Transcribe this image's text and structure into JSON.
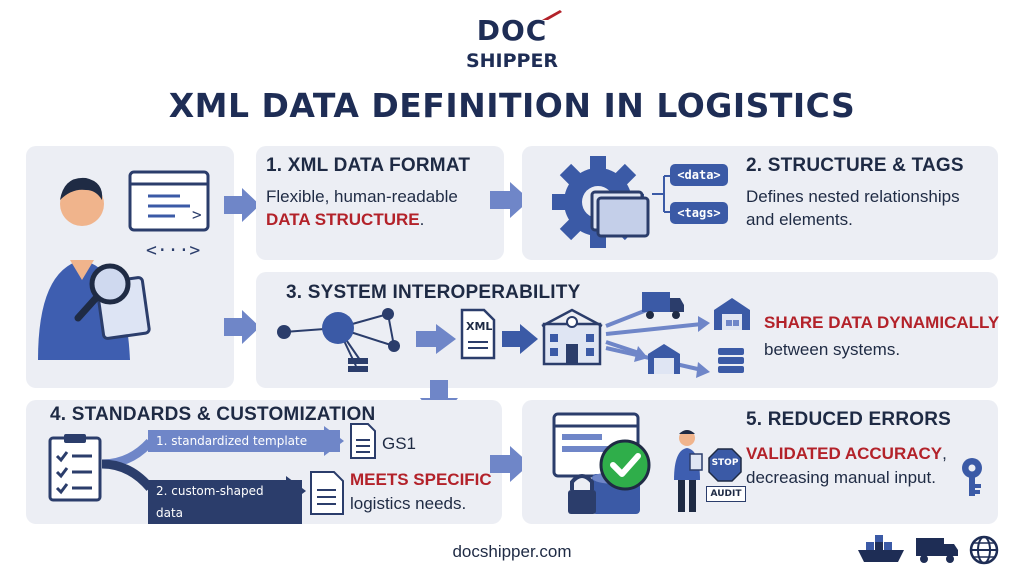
{
  "logo": {
    "line1": "DOC",
    "line2": "SHIPPER"
  },
  "title": "XML DATA DEFINITION IN LOGISTICS",
  "step1": {
    "heading": "1. XML DATA FORMAT",
    "line1": "Flexible, human-readable",
    "highlight": "DATA STRUCTURE",
    "tail": "."
  },
  "step2": {
    "heading": "2. STRUCTURE & TAGS",
    "line1": "Defines nested relationships",
    "line2": "and elements.",
    "tag_data": "<data>",
    "tag_tags": "<tags>"
  },
  "step3": {
    "heading": "3. SYSTEM INTEROPERABILITY",
    "highlight": "SHARE DATA DYNAMICALLY",
    "line2": "between systems.",
    "doc_label": "XML"
  },
  "step4": {
    "heading": "4. STANDARDS & CUSTOMIZATION",
    "pill1": "1. standardized template",
    "pill2": "2. custom-shaped data",
    "doc_label": "GS1",
    "highlight": "MEETS SPECIFIC",
    "line2": "logistics needs."
  },
  "step5": {
    "heading": "5. REDUCED ERRORS",
    "highlight": "VALIDATED ACCURACY",
    "tail": ",",
    "line2": "decreasing manual input.",
    "stop_label": "STOP",
    "audit_label": "AUDIT"
  },
  "footer": {
    "url": "docshipper.com"
  },
  "colors": {
    "navy": "#1e2d55",
    "accent_red": "#b3222a",
    "panel": "#eceef4",
    "blue": "#3b5aa6",
    "arrow": "#6f86c8",
    "check_green": "#2fae4a"
  },
  "icons": [
    "person-with-magnifier-icon",
    "code-window-icon",
    "gear-folder-icon",
    "network-nodes-icon",
    "xml-document-icon",
    "building-icon",
    "truck-icon",
    "warehouse-icon",
    "server-icon",
    "checklist-icon",
    "document-icon",
    "lock-icon",
    "check-badge-icon",
    "stop-sign-icon",
    "key-icon",
    "ship-icon",
    "globe-icon"
  ]
}
